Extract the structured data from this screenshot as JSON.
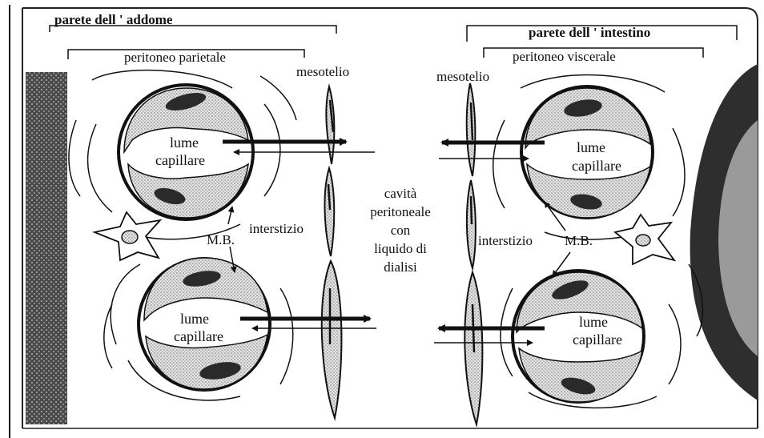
{
  "labels": {
    "parete_addome": "parete dell ' addome",
    "parete_intestino": "parete dell ' intestino",
    "peritoneo_parietale": "peritoneo parietale",
    "peritoneo_viscerale": "peritoneo viscerale",
    "mesotelio_left": "mesotelio",
    "mesotelio_right": "mesotelio",
    "cavita": [
      "cavità",
      "peritoneale",
      "con",
      "liquido di",
      "dialisi"
    ],
    "lume": "lume",
    "capillare": "capillare",
    "interstizio_left": "interstizio",
    "interstizio_right": "interstizio",
    "mb_left": "M.B.",
    "mb_right": "M.B."
  },
  "colors": {
    "ink": "#111111",
    "stipple": "#bdbdbd",
    "wall_dark": "#3a3a3a",
    "intestine_dark": "#2e2e2e",
    "intestine_light": "#9a9a9a"
  }
}
